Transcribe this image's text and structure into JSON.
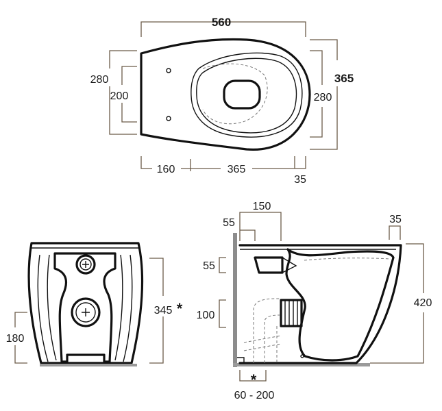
{
  "top_view": {
    "overall_length": "560",
    "overall_width": "365",
    "width_280_left": "280",
    "inner_200": "200",
    "width_280_right": "280",
    "offset_160": "160",
    "length_365": "365",
    "rim_35": "35"
  },
  "front_view": {
    "height_345": "345",
    "height_345_mark": "*",
    "height_180": "180"
  },
  "side_view": {
    "width_150": "150",
    "width_55": "55",
    "rim_35": "35",
    "height_55": "55",
    "height_100": "100",
    "height_420": "420",
    "outlet_mark": "*",
    "outlet_range": "60 - 200"
  },
  "colors": {
    "outline": "#111111",
    "dimension_line": "#6b5a48",
    "floor": "#9a9a9a"
  }
}
